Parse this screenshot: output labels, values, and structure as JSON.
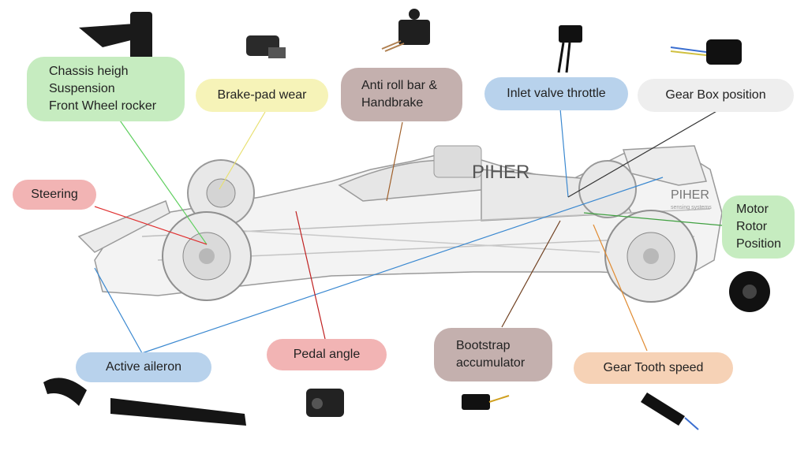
{
  "diagram": {
    "brand": "PIHER",
    "brand_sub": "sensing systems",
    "labels": {
      "chassis": "Chassis heigh\nSuspension\nFront Wheel rocker",
      "brake_pad": "Brake-pad wear",
      "anti_roll": "Anti roll bar &\nHandbrake",
      "inlet_valve": "Inlet valve throttle",
      "gear_box": "Gear Box position",
      "steering": "Steering",
      "motor_rotor": "Motor\nRotor\nPosition",
      "active_aileron": "Active aileron",
      "pedal_angle": "Pedal angle",
      "bootstrap": "Bootstrap\naccumulator",
      "gear_tooth": "Gear Tooth speed"
    },
    "colors": {
      "chassis": "#5fcf5f",
      "brake_pad": "#e8e070",
      "anti_roll": "#a0602a",
      "inlet_valve": "#3a88d0",
      "gear_box": "#333333",
      "steering": "#e03030",
      "motor_rotor": "#3fa040",
      "active_aileron": "#3a88d0",
      "pedal_angle": "#c02020",
      "bootstrap": "#704020",
      "gear_tooth": "#e08a30"
    }
  }
}
